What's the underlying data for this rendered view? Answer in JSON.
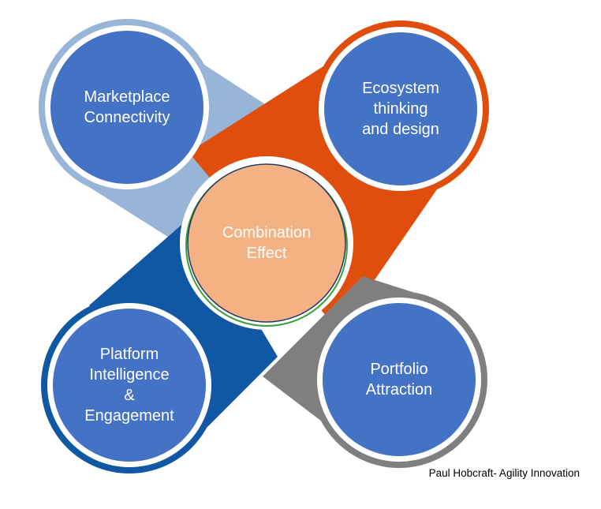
{
  "diagram": {
    "nodes": [
      {
        "position": "top-left",
        "label_lines": [
          "Marketplace",
          "Connectivity"
        ]
      },
      {
        "position": "top-right",
        "label_lines": [
          "Ecosystem",
          "thinking",
          "and design"
        ]
      },
      {
        "position": "bottom-left",
        "label_lines": [
          "Platform",
          "Intelligence",
          "&",
          "Engagement"
        ]
      },
      {
        "position": "bottom-right",
        "label_lines": [
          "Portfolio",
          "Attraction"
        ]
      }
    ],
    "center_circle": {
      "label_lines": [
        "Combination",
        "Effect"
      ]
    },
    "footer_credit": "Paul Hobcraft- Agility Innovation"
  },
  "colors": {
    "node_circle": "#4472C4",
    "ring_white": "#FFFFFF",
    "ribbon_top_left": "#98B4D6",
    "ribbon_top_right": "#E04E0E",
    "ribbon_bottom_left": "#1158A4",
    "ribbon_bottom_right": "#7F7F7F",
    "center_fill": "#F4B183",
    "center_border": "#1F3864",
    "center_green_ring": "#3C9E3C",
    "label_text": "#FFFFFF",
    "footer_text": "#000000"
  }
}
